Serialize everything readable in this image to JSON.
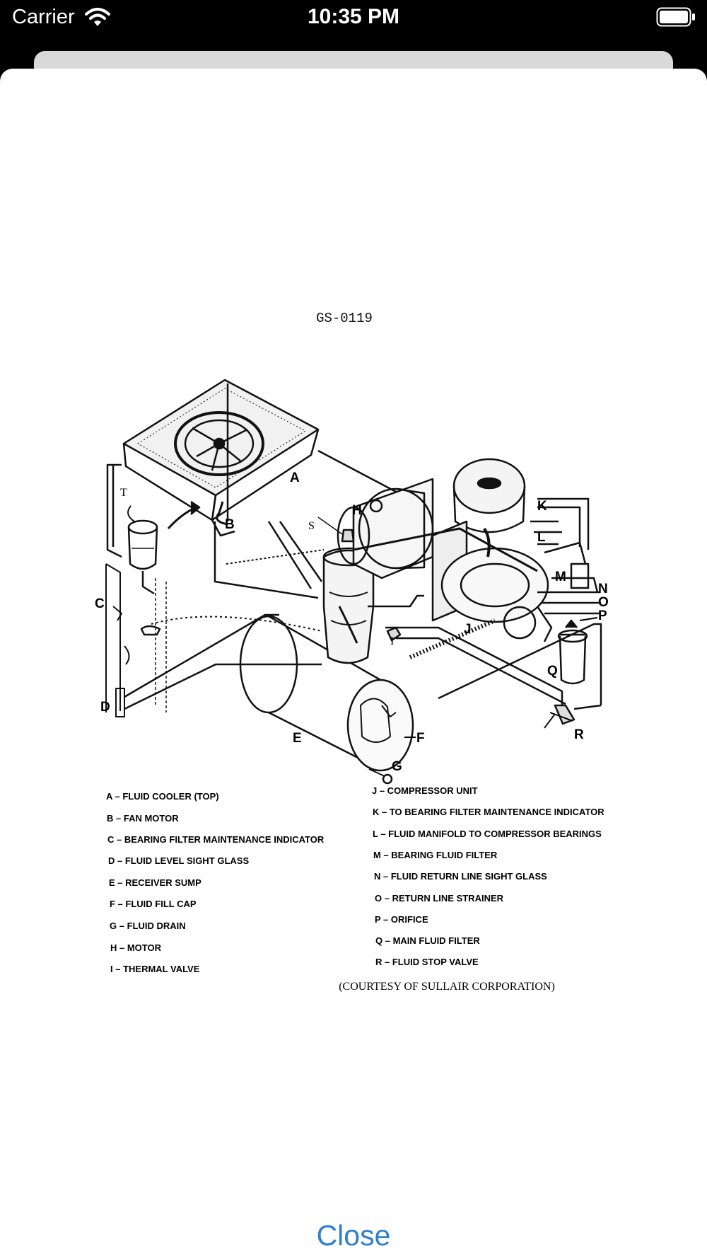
{
  "status_bar": {
    "carrier": "Carrier",
    "time": "10:35 PM"
  },
  "figure": {
    "id": "GS-0119",
    "callouts": {
      "a": "A",
      "b": "B",
      "c": "C",
      "d": "D",
      "e": "E",
      "f": "F",
      "g": "G",
      "h": "H",
      "i": "I",
      "j": "J",
      "k": "K",
      "l": "L",
      "m": "M",
      "n": "N",
      "o": "O",
      "p": "P",
      "q": "Q",
      "r": "R",
      "s": "S",
      "t": "T"
    },
    "legend_left": [
      "A – FLUID COOLER (TOP)",
      "B – FAN MOTOR",
      "C – BEARING FILTER MAINTENANCE INDICATOR",
      "D – FLUID LEVEL SIGHT GLASS",
      "E – RECEIVER SUMP",
      "F – FLUID FILL CAP",
      "G – FLUID DRAIN",
      "H – MOTOR",
      "I – THERMAL VALVE"
    ],
    "legend_right": [
      "J – COMPRESSOR UNIT",
      "K – TO BEARING FILTER MAINTENANCE INDICATOR",
      "L – FLUID MANIFOLD TO COMPRESSOR BEARINGS",
      "M – BEARING FLUID FILTER",
      "N – FLUID RETURN LINE SIGHT GLASS",
      "O – RETURN LINE STRAINER",
      "P – ORIFICE",
      "Q – MAIN FLUID FILTER",
      "R – FLUID STOP VALVE"
    ],
    "courtesy": "(COURTESY OF SULLAIR CORPORATION)"
  },
  "close_label": "Close",
  "colors": {
    "link": "#2f80d1",
    "status_bar": "#000000",
    "sheet": "#ffffff"
  }
}
